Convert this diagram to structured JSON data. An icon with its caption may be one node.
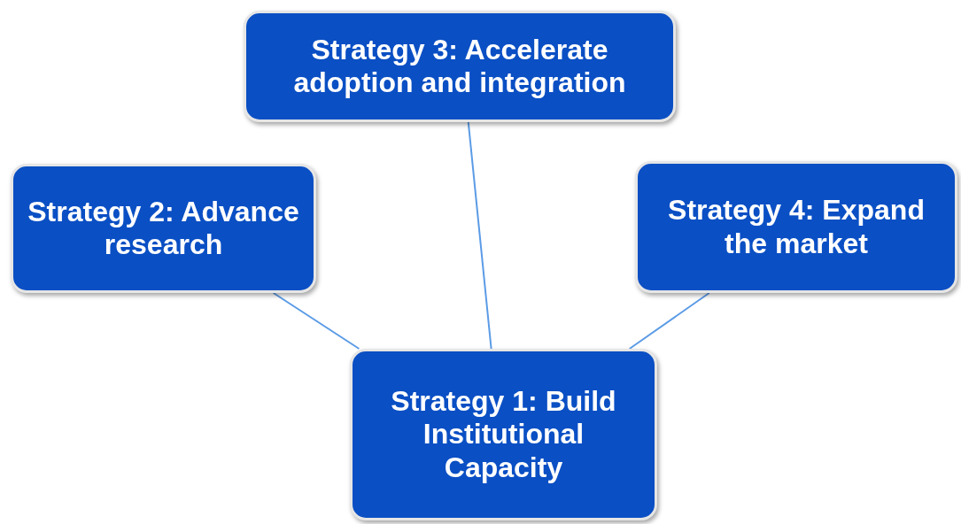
{
  "diagram": {
    "nodes": [
      {
        "text": [
          "Strategy 3: Accelerate adoption and integration"
        ]
      },
      {
        "text": [
          "Strategy 2: Advance research"
        ]
      },
      {
        "text": [
          "Strategy 4: Expand the market"
        ]
      },
      {
        "text": [
          "Strategy 1: Build Institutional Capacity"
        ]
      }
    ],
    "edges": [
      {
        "from": 3,
        "to": 1,
        "arrow": "none"
      },
      {
        "from": 3,
        "to": 0,
        "arrow": "none"
      },
      {
        "from": 3,
        "to": 2,
        "arrow": "none"
      }
    ]
  }
}
